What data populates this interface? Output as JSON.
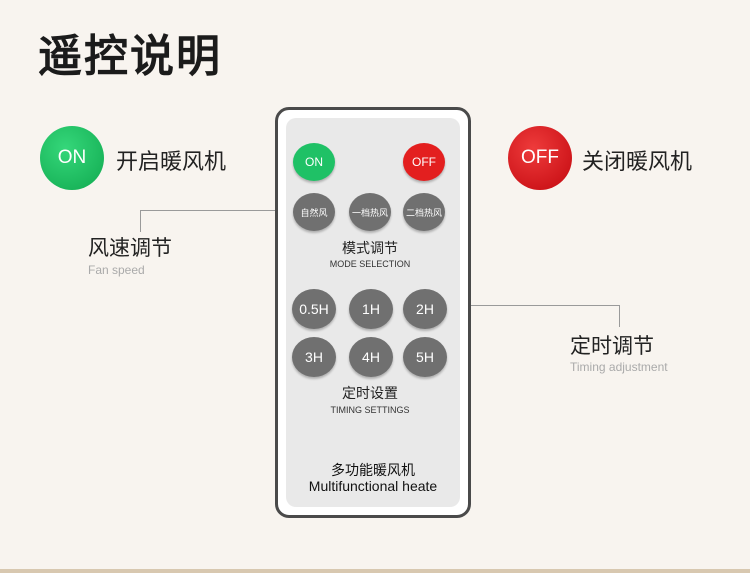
{
  "title": "遥控说明",
  "on_badge": "ON",
  "on_label": "开启暖风机",
  "off_badge": "OFF",
  "off_label": "关闭暖风机",
  "fan_note": {
    "cn": "风速调节",
    "en": "Fan speed"
  },
  "timing_note": {
    "cn": "定时调节",
    "en": "Timing adjustment"
  },
  "remote": {
    "on": "ON",
    "off": "OFF",
    "modes": [
      "自然风",
      "一档热风",
      "二档热风"
    ],
    "mode_title_cn": "模式调节",
    "mode_title_en": "MODE SELECTION",
    "timers": [
      "0.5H",
      "1H",
      "2H",
      "3H",
      "4H",
      "5H"
    ],
    "timing_title_cn": "定时设置",
    "timing_title_en": "TIMING SETTINGS",
    "product_cn": "多功能暖风机",
    "product_en": "Multifunctional heate"
  },
  "colors": {
    "on_green": "#1fc166",
    "off_red": "#e31f1f",
    "button_gray": "#707070",
    "remote_border": "#4a4a4a"
  }
}
